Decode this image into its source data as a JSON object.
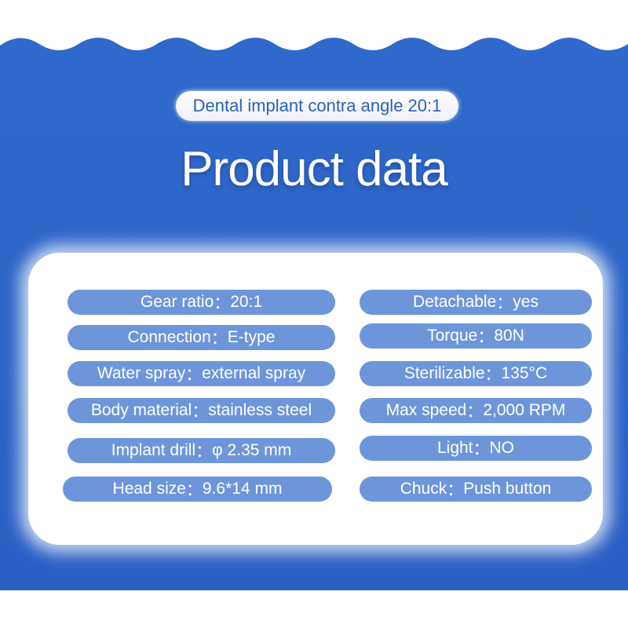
{
  "header": {
    "subtitle": "Dental implant contra angle 20:1",
    "title": "Product data"
  },
  "colors": {
    "background_blue": "#2a63c6",
    "pill_blue": "#6c96d9",
    "subtitle_text": "#2d5fb8",
    "panel": "#ffffff"
  },
  "specs": {
    "separator": "：",
    "left": [
      {
        "label": "Gear ratio",
        "value": "20:1"
      },
      {
        "label": "Connection",
        "value": "E-type"
      },
      {
        "label": "Water spray",
        "value": "external spray"
      },
      {
        "label": "Body material",
        "value": "stainless steel"
      },
      {
        "label": "Implant drill",
        "value": "φ 2.35 mm"
      },
      {
        "label": "Head size",
        "value": "9.6*14 mm"
      }
    ],
    "right": [
      {
        "label": "Detachable",
        "value": "yes"
      },
      {
        "label": "Torque",
        "value": "80N"
      },
      {
        "label": "Sterilizable",
        "value": "135°C"
      },
      {
        "label": "Max speed",
        "value": "2,000 RPM"
      },
      {
        "label": "Light",
        "value": "NO"
      },
      {
        "label": "Chuck",
        "value": "Push button"
      }
    ]
  }
}
